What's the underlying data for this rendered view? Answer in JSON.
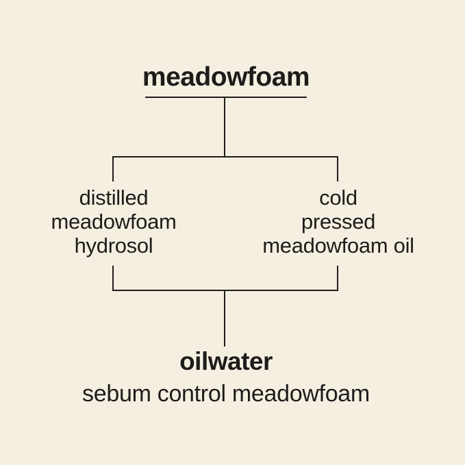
{
  "diagram": {
    "root": {
      "label": "meadowfoam"
    },
    "branches": {
      "left": {
        "line1": "distilled",
        "line2": "meadowfoam",
        "line3": "hydrosol"
      },
      "right": {
        "line1": "cold",
        "line2": "pressed",
        "line3": "meadowfoam oil"
      }
    },
    "result": {
      "title": "oilwater",
      "subtitle": "sebum control meadowfoam"
    }
  },
  "colors": {
    "background": "#f5efe2",
    "ink": "#1e1c19"
  }
}
